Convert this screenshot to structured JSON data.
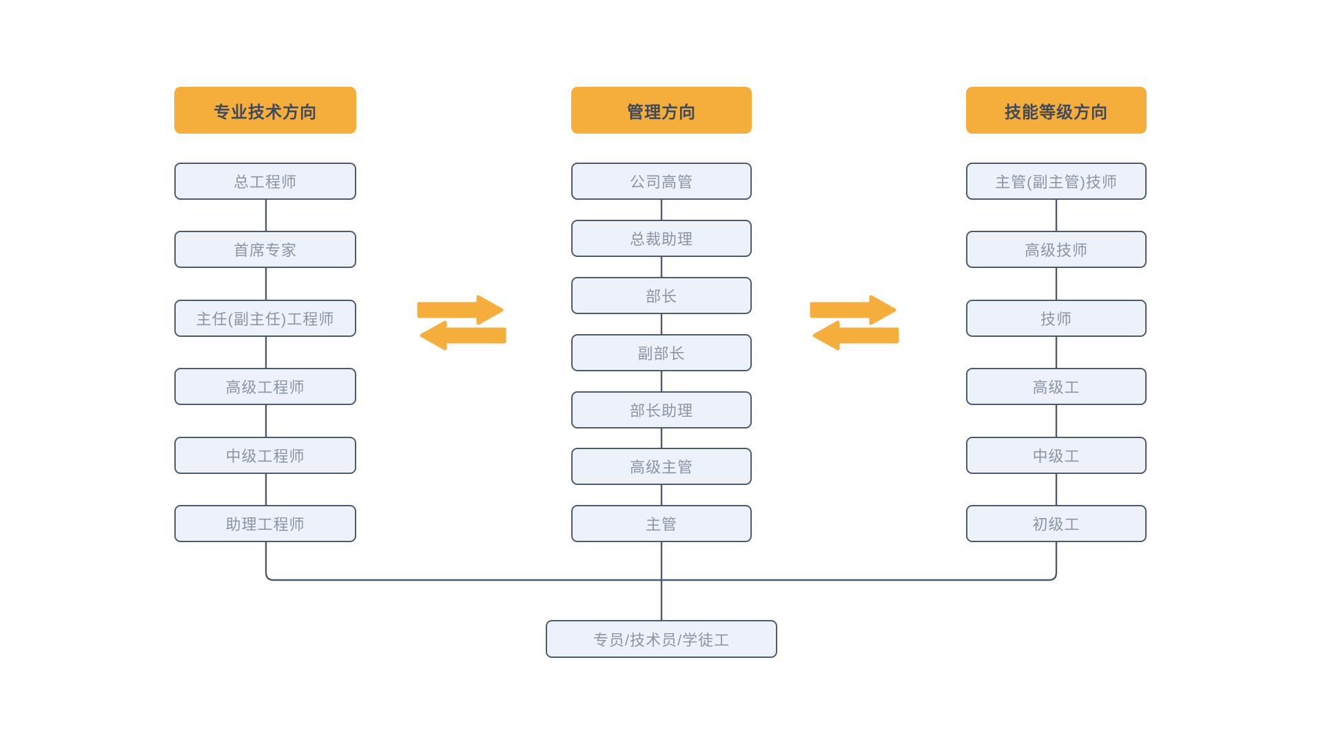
{
  "diagram": {
    "title": "career-development-paths",
    "columns": [
      {
        "header": "专业技术方向",
        "items": [
          "总工程师",
          "首席专家",
          "主任(副主任)工程师",
          "高级工程师",
          "中级工程师",
          "助理工程师"
        ]
      },
      {
        "header": "管理方向",
        "items": [
          "公司高管",
          "总裁助理",
          "部长",
          "副部长",
          "部长助理",
          "高级主管",
          "主管"
        ]
      },
      {
        "header": "技能等级方向",
        "items": [
          "主管(副主管)技师",
          "高级技师",
          "技师",
          "高级工",
          "中级工",
          "初级工"
        ]
      }
    ],
    "base_node": "专员/技术员/学徒工",
    "colors": {
      "header_fill": "#f5ae3b",
      "arrow_fill": "#f5ae3b",
      "node_fill": "#edf1f9",
      "node_border": "#4d5a6b",
      "node_text": "#8b95a4",
      "header_text": "#3e4a5b",
      "connector": "#4d5a6b",
      "background": "#ffffff"
    }
  }
}
